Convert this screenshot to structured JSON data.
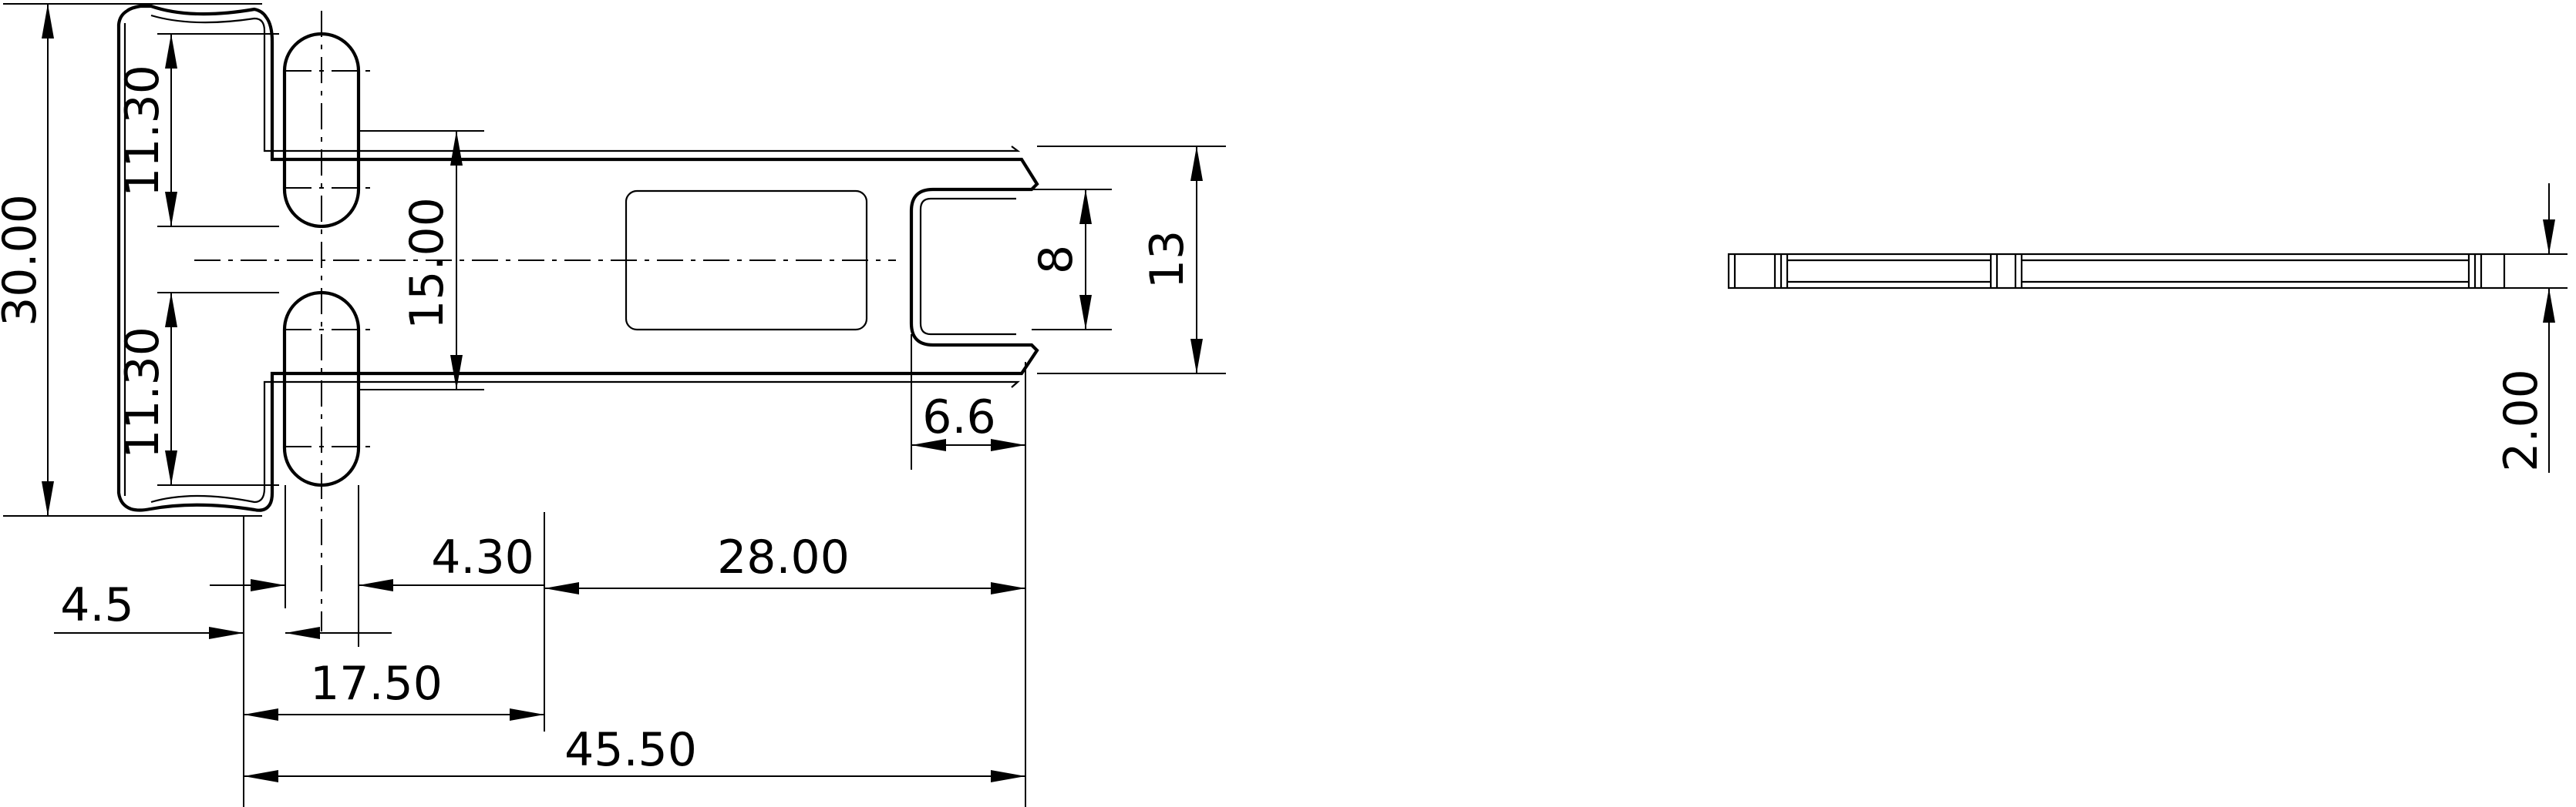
{
  "drawing": {
    "views": [
      "plan-view",
      "side-view"
    ],
    "dimensions": {
      "overall_height": "30.00",
      "slot_upper": "11.30",
      "slot_lower": "11.30",
      "slot_pitch": "15.00",
      "slot_width": "8",
      "tongue_height": "13",
      "tip_depth": "6.6",
      "edge_to_slot": "4.5",
      "tongue_offset": "4.30",
      "tongue_length": "28.00",
      "head_width": "17.50",
      "overall_length": "45.50",
      "thickness": "2.00"
    }
  }
}
